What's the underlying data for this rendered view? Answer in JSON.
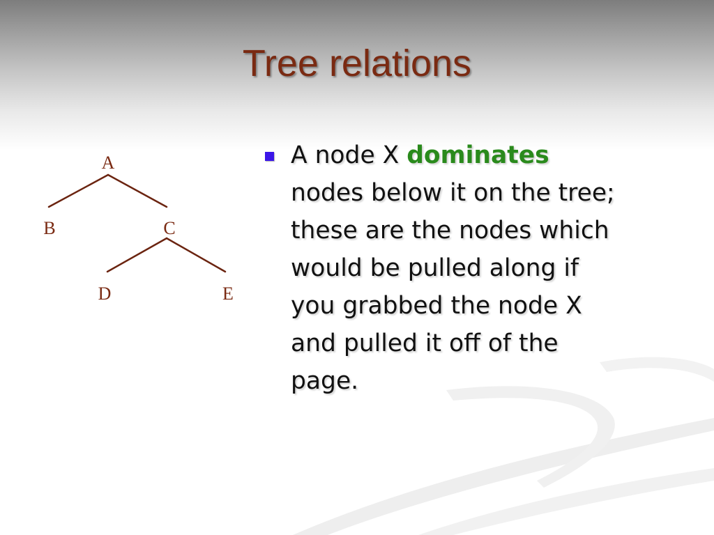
{
  "slide": {
    "title": "Tree relations",
    "colors": {
      "title": "#7a2a12",
      "tree": "#6b2410",
      "bullet_marker": "#3b16e8",
      "highlight": "#2a8a1c",
      "body_text": "#111111"
    }
  },
  "tree": {
    "nodes": [
      {
        "id": "A",
        "label": "A"
      },
      {
        "id": "B",
        "label": "B"
      },
      {
        "id": "C",
        "label": "C"
      },
      {
        "id": "D",
        "label": "D"
      },
      {
        "id": "E",
        "label": "E"
      }
    ],
    "edges": [
      {
        "from": "A",
        "to": "B"
      },
      {
        "from": "A",
        "to": "C"
      },
      {
        "from": "C",
        "to": "D"
      },
      {
        "from": "C",
        "to": "E"
      }
    ]
  },
  "bullet": {
    "marker_icon": "square-bullet-icon",
    "prefix": "A node X ",
    "term": "dominates",
    "rest_line1": "nodes below it on the tree;",
    "rest_line2": "these are the nodes which",
    "rest_line3": "would be pulled along if",
    "rest_line4": "you grabbed the node X",
    "rest_line5": "and pulled it off of the",
    "rest_line6": "page."
  }
}
